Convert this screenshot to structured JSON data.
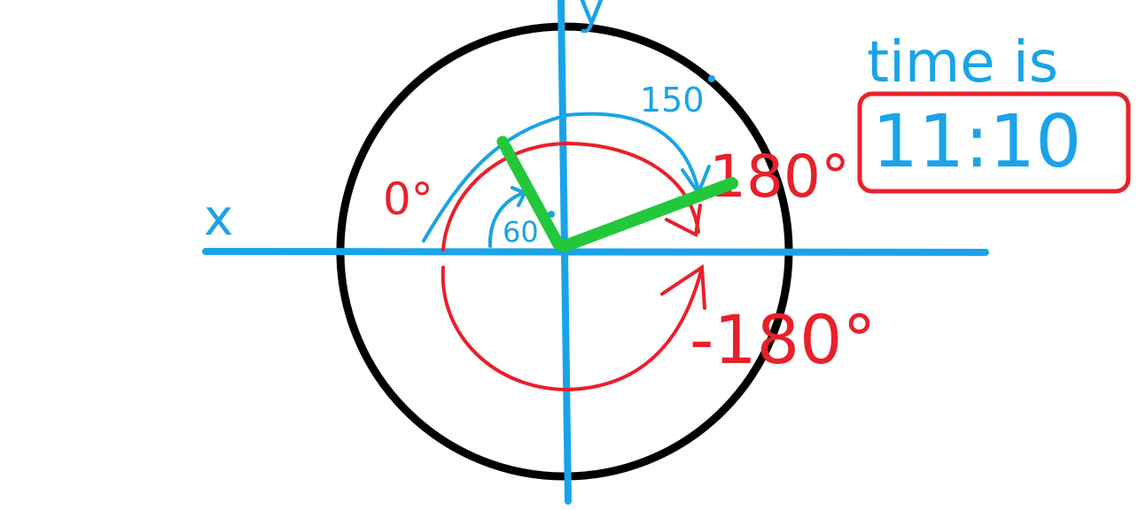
{
  "axes": {
    "x_label": "x",
    "y_label": "y"
  },
  "angles": {
    "zero": "0°",
    "sixty": "60",
    "one_fifty": "150",
    "pos_180": "180°",
    "neg_180": "-180°"
  },
  "time_note": {
    "prefix": "time is",
    "value": "11:10"
  },
  "colors": {
    "axes": "#1aa3e8",
    "circle": "#000000",
    "red_arrows": "#e8202a",
    "hands": "#22c83a",
    "note_box": "#e8202a"
  }
}
